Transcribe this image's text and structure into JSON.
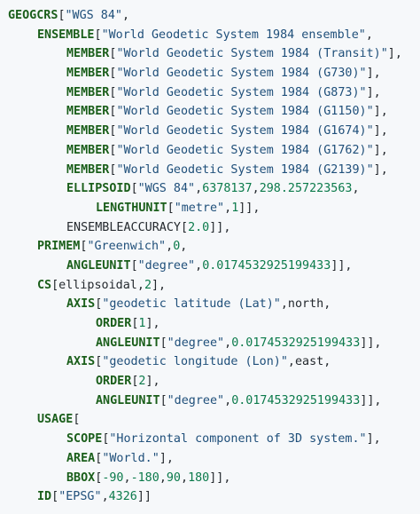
{
  "wkt": {
    "lines": [
      {
        "indent": 0,
        "tokens": [
          {
            "t": "kw",
            "v": "GEOGCRS"
          },
          {
            "t": "pl",
            "v": "["
          },
          {
            "t": "str",
            "v": "\"WGS 84\""
          },
          {
            "t": "pl",
            "v": ","
          }
        ]
      },
      {
        "indent": 1,
        "tokens": [
          {
            "t": "kw",
            "v": "ENSEMBLE"
          },
          {
            "t": "pl",
            "v": "["
          },
          {
            "t": "str",
            "v": "\"World Geodetic System 1984 ensemble\""
          },
          {
            "t": "pl",
            "v": ","
          }
        ]
      },
      {
        "indent": 2,
        "tokens": [
          {
            "t": "kw",
            "v": "MEMBER"
          },
          {
            "t": "pl",
            "v": "["
          },
          {
            "t": "str",
            "v": "\"World Geodetic System 1984 (Transit)\""
          },
          {
            "t": "pl",
            "v": "],"
          }
        ]
      },
      {
        "indent": 2,
        "tokens": [
          {
            "t": "kw",
            "v": "MEMBER"
          },
          {
            "t": "pl",
            "v": "["
          },
          {
            "t": "str",
            "v": "\"World Geodetic System 1984 (G730)\""
          },
          {
            "t": "pl",
            "v": "],"
          }
        ]
      },
      {
        "indent": 2,
        "tokens": [
          {
            "t": "kw",
            "v": "MEMBER"
          },
          {
            "t": "pl",
            "v": "["
          },
          {
            "t": "str",
            "v": "\"World Geodetic System 1984 (G873)\""
          },
          {
            "t": "pl",
            "v": "],"
          }
        ]
      },
      {
        "indent": 2,
        "tokens": [
          {
            "t": "kw",
            "v": "MEMBER"
          },
          {
            "t": "pl",
            "v": "["
          },
          {
            "t": "str",
            "v": "\"World Geodetic System 1984 (G1150)\""
          },
          {
            "t": "pl",
            "v": "],"
          }
        ]
      },
      {
        "indent": 2,
        "tokens": [
          {
            "t": "kw",
            "v": "MEMBER"
          },
          {
            "t": "pl",
            "v": "["
          },
          {
            "t": "str",
            "v": "\"World Geodetic System 1984 (G1674)\""
          },
          {
            "t": "pl",
            "v": "],"
          }
        ]
      },
      {
        "indent": 2,
        "tokens": [
          {
            "t": "kw",
            "v": "MEMBER"
          },
          {
            "t": "pl",
            "v": "["
          },
          {
            "t": "str",
            "v": "\"World Geodetic System 1984 (G1762)\""
          },
          {
            "t": "pl",
            "v": "],"
          }
        ]
      },
      {
        "indent": 2,
        "tokens": [
          {
            "t": "kw",
            "v": "MEMBER"
          },
          {
            "t": "pl",
            "v": "["
          },
          {
            "t": "str",
            "v": "\"World Geodetic System 1984 (G2139)\""
          },
          {
            "t": "pl",
            "v": "],"
          }
        ]
      },
      {
        "indent": 2,
        "tokens": [
          {
            "t": "kw",
            "v": "ELLIPSOID"
          },
          {
            "t": "pl",
            "v": "["
          },
          {
            "t": "str",
            "v": "\"WGS 84\""
          },
          {
            "t": "pl",
            "v": ","
          },
          {
            "t": "num",
            "v": "6378137"
          },
          {
            "t": "pl",
            "v": ","
          },
          {
            "t": "num",
            "v": "298.257223563"
          },
          {
            "t": "pl",
            "v": ","
          }
        ]
      },
      {
        "indent": 3,
        "tokens": [
          {
            "t": "kw",
            "v": "LENGTHUNIT"
          },
          {
            "t": "pl",
            "v": "["
          },
          {
            "t": "str",
            "v": "\"metre\""
          },
          {
            "t": "pl",
            "v": ","
          },
          {
            "t": "num",
            "v": "1"
          },
          {
            "t": "pl",
            "v": "]],"
          }
        ]
      },
      {
        "indent": 2,
        "tokens": [
          {
            "t": "pl",
            "v": "ENSEMBLEACCURACY["
          },
          {
            "t": "num",
            "v": "2.0"
          },
          {
            "t": "pl",
            "v": "]],"
          }
        ]
      },
      {
        "indent": 1,
        "tokens": [
          {
            "t": "kw",
            "v": "PRIMEM"
          },
          {
            "t": "pl",
            "v": "["
          },
          {
            "t": "str",
            "v": "\"Greenwich\""
          },
          {
            "t": "pl",
            "v": ","
          },
          {
            "t": "num",
            "v": "0"
          },
          {
            "t": "pl",
            "v": ","
          }
        ]
      },
      {
        "indent": 2,
        "tokens": [
          {
            "t": "kw",
            "v": "ANGLEUNIT"
          },
          {
            "t": "pl",
            "v": "["
          },
          {
            "t": "str",
            "v": "\"degree\""
          },
          {
            "t": "pl",
            "v": ","
          },
          {
            "t": "num",
            "v": "0.0174532925199433"
          },
          {
            "t": "pl",
            "v": "]],"
          }
        ]
      },
      {
        "indent": 1,
        "tokens": [
          {
            "t": "kw",
            "v": "CS"
          },
          {
            "t": "pl",
            "v": "[ellipsoidal,"
          },
          {
            "t": "num",
            "v": "2"
          },
          {
            "t": "pl",
            "v": "],"
          }
        ]
      },
      {
        "indent": 2,
        "tokens": [
          {
            "t": "kw",
            "v": "AXIS"
          },
          {
            "t": "pl",
            "v": "["
          },
          {
            "t": "str",
            "v": "\"geodetic latitude (Lat)\""
          },
          {
            "t": "pl",
            "v": ",north,"
          }
        ]
      },
      {
        "indent": 3,
        "tokens": [
          {
            "t": "kw",
            "v": "ORDER"
          },
          {
            "t": "pl",
            "v": "["
          },
          {
            "t": "num",
            "v": "1"
          },
          {
            "t": "pl",
            "v": "],"
          }
        ]
      },
      {
        "indent": 3,
        "tokens": [
          {
            "t": "kw",
            "v": "ANGLEUNIT"
          },
          {
            "t": "pl",
            "v": "["
          },
          {
            "t": "str",
            "v": "\"degree\""
          },
          {
            "t": "pl",
            "v": ","
          },
          {
            "t": "num",
            "v": "0.0174532925199433"
          },
          {
            "t": "pl",
            "v": "]],"
          }
        ]
      },
      {
        "indent": 2,
        "tokens": [
          {
            "t": "kw",
            "v": "AXIS"
          },
          {
            "t": "pl",
            "v": "["
          },
          {
            "t": "str",
            "v": "\"geodetic longitude (Lon)\""
          },
          {
            "t": "pl",
            "v": ",east,"
          }
        ]
      },
      {
        "indent": 3,
        "tokens": [
          {
            "t": "kw",
            "v": "ORDER"
          },
          {
            "t": "pl",
            "v": "["
          },
          {
            "t": "num",
            "v": "2"
          },
          {
            "t": "pl",
            "v": "],"
          }
        ]
      },
      {
        "indent": 3,
        "tokens": [
          {
            "t": "kw",
            "v": "ANGLEUNIT"
          },
          {
            "t": "pl",
            "v": "["
          },
          {
            "t": "str",
            "v": "\"degree\""
          },
          {
            "t": "pl",
            "v": ","
          },
          {
            "t": "num",
            "v": "0.0174532925199433"
          },
          {
            "t": "pl",
            "v": "]],"
          }
        ]
      },
      {
        "indent": 1,
        "tokens": [
          {
            "t": "kw",
            "v": "USAGE"
          },
          {
            "t": "pl",
            "v": "["
          }
        ]
      },
      {
        "indent": 2,
        "tokens": [
          {
            "t": "kw",
            "v": "SCOPE"
          },
          {
            "t": "pl",
            "v": "["
          },
          {
            "t": "str",
            "v": "\"Horizontal component of 3D system.\""
          },
          {
            "t": "pl",
            "v": "],"
          }
        ]
      },
      {
        "indent": 2,
        "tokens": [
          {
            "t": "kw",
            "v": "AREA"
          },
          {
            "t": "pl",
            "v": "["
          },
          {
            "t": "str",
            "v": "\"World.\""
          },
          {
            "t": "pl",
            "v": "],"
          }
        ]
      },
      {
        "indent": 2,
        "tokens": [
          {
            "t": "kw",
            "v": "BBOX"
          },
          {
            "t": "pl",
            "v": "["
          },
          {
            "t": "num",
            "v": "-90"
          },
          {
            "t": "pl",
            "v": ","
          },
          {
            "t": "num",
            "v": "-180"
          },
          {
            "t": "pl",
            "v": ","
          },
          {
            "t": "num",
            "v": "90"
          },
          {
            "t": "pl",
            "v": ","
          },
          {
            "t": "num",
            "v": "180"
          },
          {
            "t": "pl",
            "v": "]],"
          }
        ]
      },
      {
        "indent": 1,
        "tokens": [
          {
            "t": "kw",
            "v": "ID"
          },
          {
            "t": "pl",
            "v": "["
          },
          {
            "t": "str",
            "v": "\"EPSG\""
          },
          {
            "t": "pl",
            "v": ","
          },
          {
            "t": "num",
            "v": "4326"
          },
          {
            "t": "pl",
            "v": "]]"
          }
        ]
      }
    ]
  },
  "colors": {
    "background": "#f6f8fa",
    "keyword": "#1a5e1a",
    "string": "#1f4f7a",
    "number": "#0b7a4b",
    "plain": "#24292e"
  }
}
